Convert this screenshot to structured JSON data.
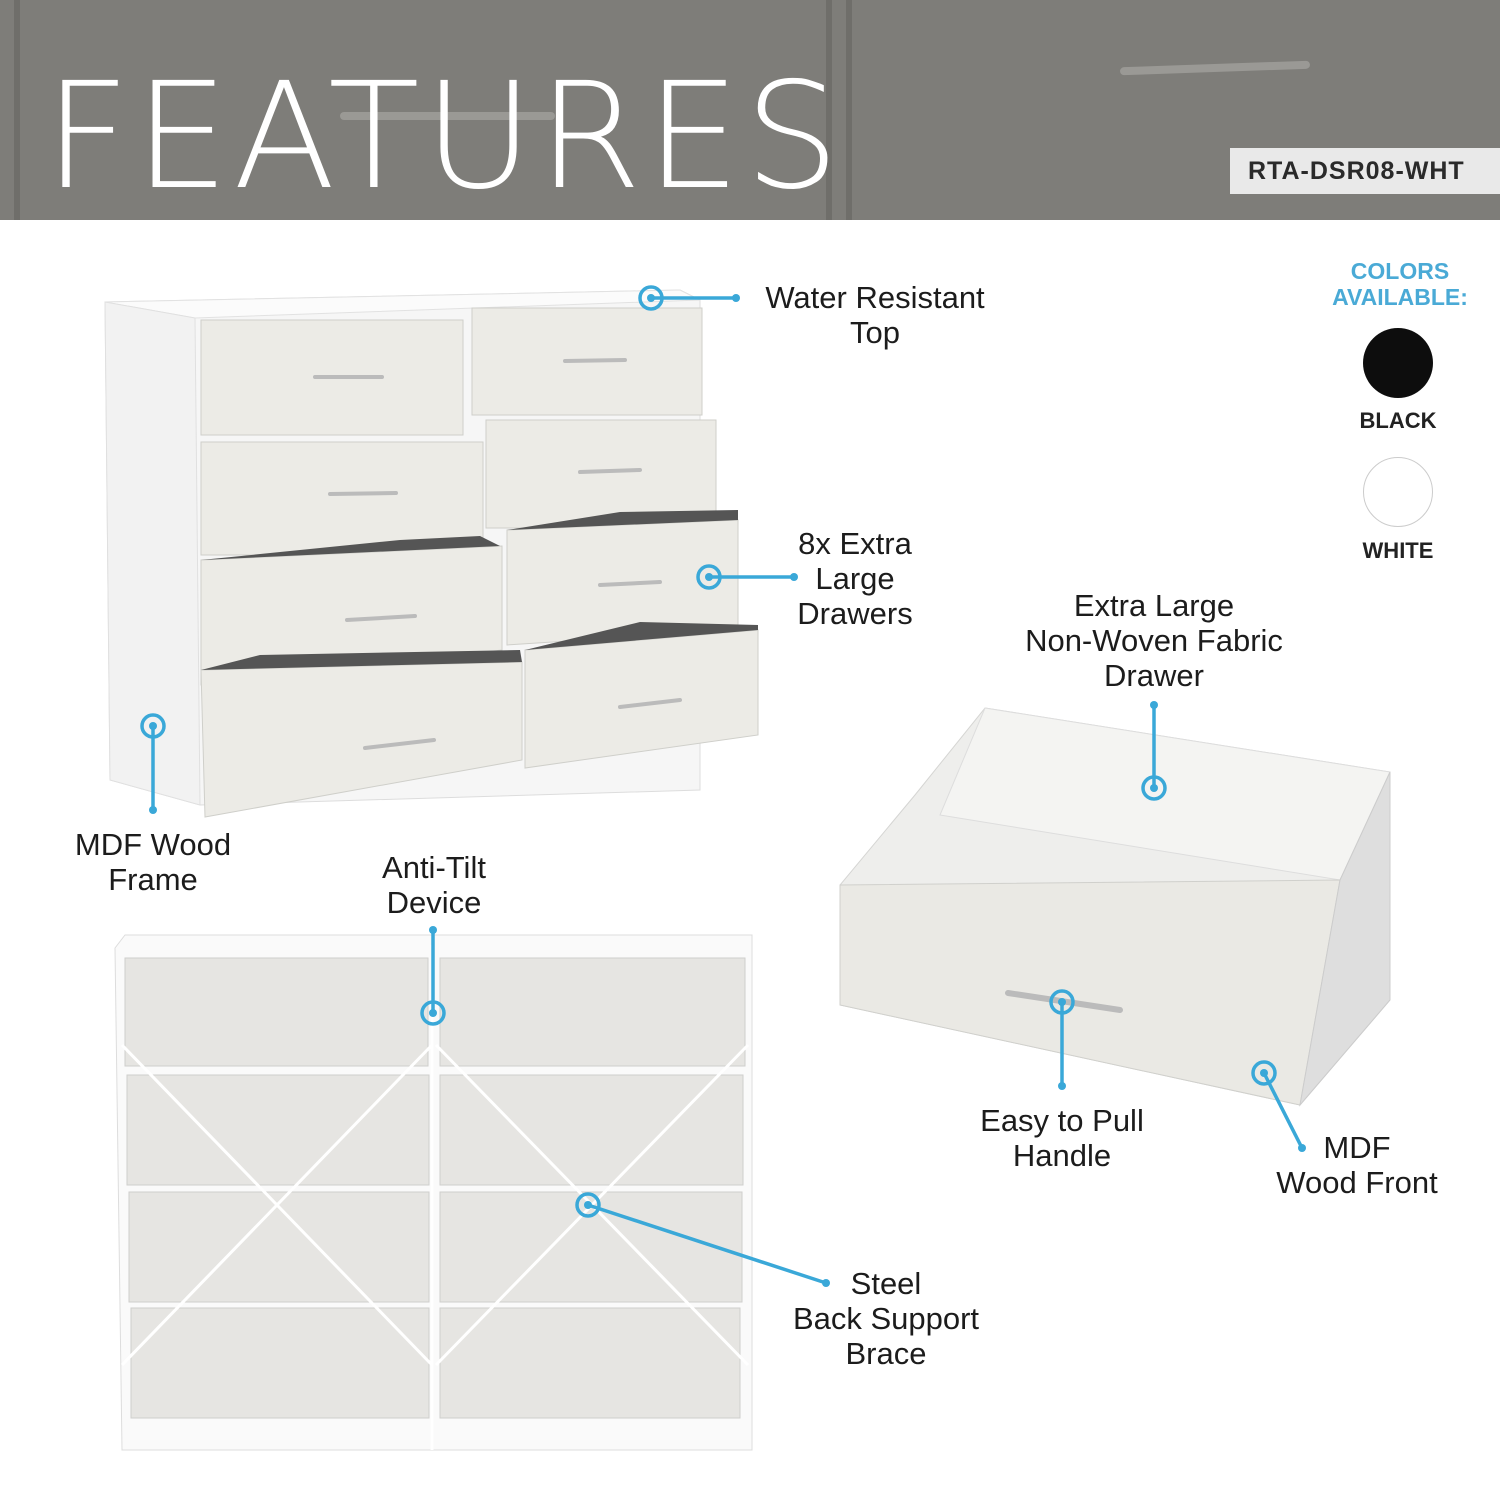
{
  "header": {
    "title": "FEATURES",
    "sku": "RTA-DSR08-WHT"
  },
  "colors": {
    "title_line1": "COLORS",
    "title_line2": "AVAILABLE:",
    "options": [
      {
        "name": "BLACK",
        "hex": "#0d0d0d"
      },
      {
        "name": "WHITE",
        "hex": "#ffffff"
      }
    ]
  },
  "accent": "#3aa8d8",
  "callouts": {
    "water_top": [
      "Water Resistant",
      "Top"
    ],
    "drawers": [
      "8x Extra",
      "Large",
      "Drawers"
    ],
    "mdf_frame": [
      "MDF Wood",
      "Frame"
    ],
    "anti_tilt": [
      "Anti-Tilt",
      "Device"
    ],
    "fabric_drawer": [
      "Extra Large",
      "Non-Woven Fabric",
      "Drawer"
    ],
    "handle": [
      "Easy to Pull",
      "Handle"
    ],
    "mdf_front": [
      "MDF",
      "Wood Front"
    ],
    "brace": [
      "Steel",
      "Back Support",
      "Brace"
    ]
  }
}
